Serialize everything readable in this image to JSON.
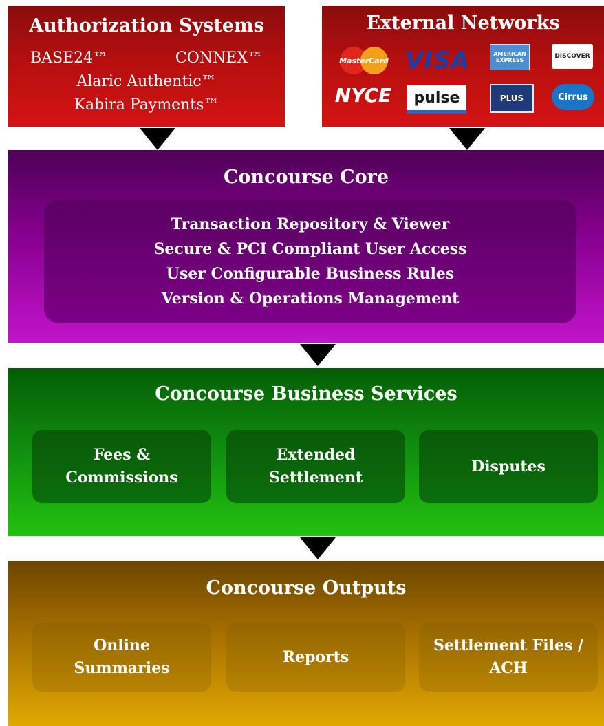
{
  "authorization": {
    "title": "Authorization Systems",
    "systems": [
      "BASE24™",
      "CONNEX™",
      "Alaric Authentic™",
      "Kabira Payments™"
    ]
  },
  "external": {
    "title": "External Networks",
    "logos": [
      {
        "icon": "mastercard-logo",
        "text": "MasterCard"
      },
      {
        "icon": "visa-logo",
        "text": "VISA"
      },
      {
        "icon": "american-express-logo",
        "text": "AMERICAN EXPRESS"
      },
      {
        "icon": "discover-logo",
        "text": "DISCOVER"
      },
      {
        "icon": "nyce-logo",
        "text": "NYCE"
      },
      {
        "icon": "pulse-logo",
        "text": "pulse"
      },
      {
        "icon": "plus-logo",
        "text": "PLUS"
      },
      {
        "icon": "cirrus-logo",
        "text": "Cirrus"
      }
    ]
  },
  "core": {
    "title": "Concourse Core",
    "features": [
      "Transaction Repository & Viewer",
      "Secure & PCI Compliant User Access",
      "User Configurable Business Rules",
      "Version & Operations Management"
    ]
  },
  "business": {
    "title": "Concourse  Business Services",
    "services": [
      {
        "line1": "Fees &",
        "line2": "Commissions"
      },
      {
        "line1": "Extended",
        "line2": "Settlement"
      },
      {
        "line1": "Disputes",
        "line2": ""
      }
    ]
  },
  "outputs": {
    "title": "Concourse  Outputs",
    "items": [
      {
        "line1": "Online",
        "line2": "Summaries"
      },
      {
        "line1": "Reports",
        "line2": ""
      },
      {
        "line1": "Settlement Files /",
        "line2": "ACH"
      }
    ]
  },
  "colors": {
    "red": "#c01010",
    "purple": "#88008f",
    "green": "#0f8a0f",
    "gold": "#c08c00",
    "arrow": "#000000"
  }
}
